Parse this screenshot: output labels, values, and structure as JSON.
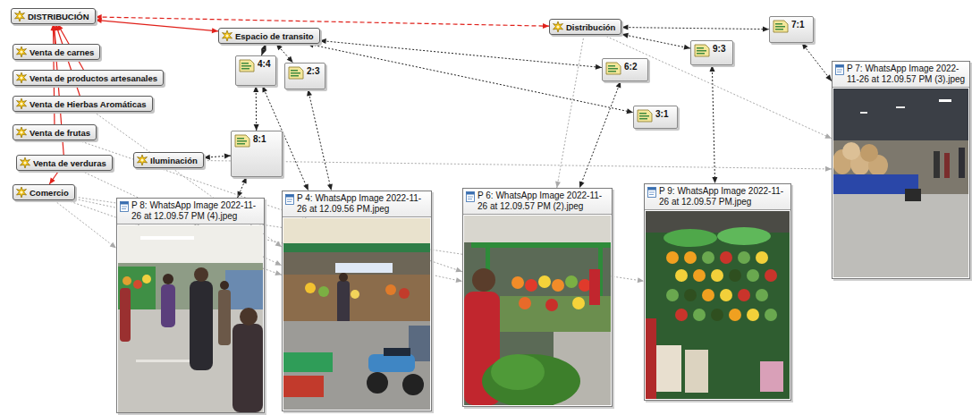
{
  "diagram": {
    "nodes": [
      {
        "text": [
          "DISTRIBUCIÓN"
        ]
      },
      {
        "text": [
          "Venta de carnes"
        ]
      },
      {
        "text": [
          "Venta de productos artesanales"
        ]
      },
      {
        "text": [
          "Venta de Hierbas Aromáticas"
        ]
      },
      {
        "text": [
          "Venta de frutas"
        ]
      },
      {
        "text": [
          "Venta de verduras"
        ]
      },
      {
        "text": [
          "Comercio"
        ]
      },
      {
        "text": [
          "Espacio de transito"
        ]
      },
      {
        "text": [
          "Iluminación"
        ]
      },
      {
        "text": [
          "Distribución"
        ]
      },
      {
        "text": [
          "4:4"
        ]
      },
      {
        "text": [
          "2:3"
        ]
      },
      {
        "text": [
          "8:1"
        ]
      },
      {
        "text": [
          "6:2"
        ]
      },
      {
        "text": [
          "3:1"
        ]
      },
      {
        "text": [
          "9:3"
        ]
      },
      {
        "text": [
          "7:1"
        ]
      },
      {
        "text": [
          "P 8: WhatsApp Image 2022-11-26 at 12.09.57 PM (4).jpeg"
        ]
      },
      {
        "text": [
          "P 4: WhatsApp Image 2022-11-26 at 12.09.56 PM.jpeg"
        ]
      },
      {
        "text": [
          "P 6: WhatsApp Image 2022-11-26 at 12.09.57 PM (2).jpeg"
        ]
      },
      {
        "text": [
          "P 9: WhatsApp Image 2022-11-26 at 12.09.57 PM.jpeg"
        ]
      },
      {
        "text": [
          "P 7: WhatsApp Image 2022-11-26 at 12.09.57 PM (3).jpeg"
        ]
      }
    ],
    "edges": [
      {
        "from": 0,
        "to": 9,
        "arrow": "both"
      },
      {
        "from": 0,
        "to": 7,
        "arrow": "both"
      },
      {
        "from": 1,
        "to": 0,
        "arrow": "to"
      },
      {
        "from": 2,
        "to": 0,
        "arrow": "to"
      },
      {
        "from": 3,
        "to": 0,
        "arrow": "to"
      },
      {
        "from": 4,
        "to": 0,
        "arrow": "to"
      },
      {
        "from": 5,
        "to": 0,
        "arrow": "to"
      },
      {
        "from": 5,
        "to": 6,
        "arrow": "to"
      },
      {
        "from": 7,
        "to": 10,
        "arrow": "both"
      },
      {
        "from": 7,
        "to": 11,
        "arrow": "both"
      },
      {
        "from": 7,
        "to": 13,
        "arrow": "both"
      },
      {
        "from": 7,
        "to": 14,
        "arrow": "both"
      },
      {
        "from": 9,
        "to": 16,
        "arrow": "both"
      },
      {
        "from": 9,
        "to": 15,
        "arrow": "both"
      },
      {
        "from": 10,
        "to": 12,
        "arrow": "both"
      },
      {
        "from": 12,
        "to": 8,
        "arrow": "both"
      },
      {
        "from": 12,
        "to": 17,
        "arrow": "both"
      },
      {
        "from": 10,
        "to": 18,
        "arrow": "both"
      },
      {
        "from": 11,
        "to": 18,
        "arrow": "both"
      },
      {
        "from": 13,
        "to": 19,
        "arrow": "both"
      },
      {
        "from": 15,
        "to": 20,
        "arrow": "both"
      },
      {
        "from": 16,
        "to": 21,
        "arrow": "both"
      },
      {
        "from": 6,
        "to": 17,
        "arrow": "to"
      },
      {
        "from": 6,
        "to": 18,
        "arrow": "to"
      },
      {
        "from": 6,
        "to": 19,
        "arrow": "to"
      },
      {
        "from": 6,
        "to": 20,
        "arrow": "to"
      },
      {
        "from": 8,
        "to": 21,
        "arrow": "to"
      },
      {
        "from": 9,
        "to": 21,
        "arrow": "to"
      },
      {
        "from": 9,
        "to": 19,
        "arrow": "to"
      },
      {
        "from": 3,
        "to": 18,
        "arrow": "to"
      },
      {
        "from": 4,
        "to": 19,
        "arrow": "to"
      },
      {
        "from": 5,
        "to": 18,
        "arrow": "to"
      }
    ]
  }
}
